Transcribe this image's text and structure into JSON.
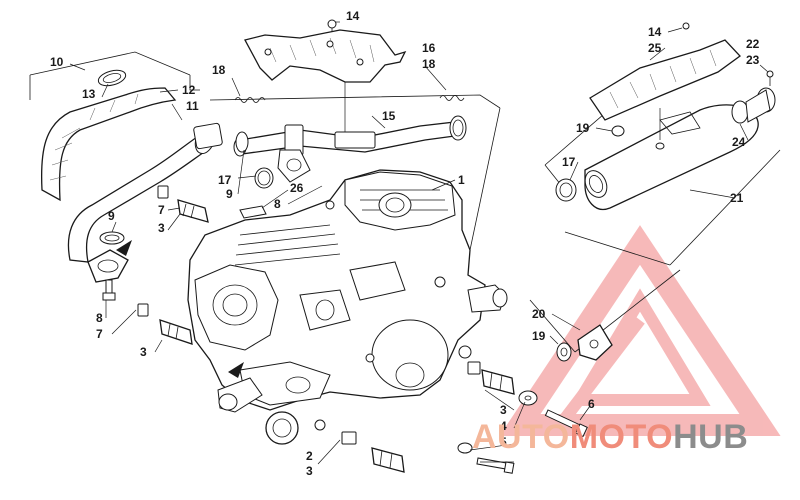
{
  "diagram": {
    "callouts": [
      "1",
      "2",
      "3",
      "4",
      "5",
      "6",
      "7",
      "8",
      "9",
      "10",
      "11",
      "12",
      "13",
      "14",
      "15",
      "16",
      "17",
      "18",
      "19",
      "20",
      "21",
      "22",
      "23",
      "24",
      "25",
      "26"
    ]
  },
  "watermark": {
    "word_part1": "AUTO",
    "word_part2": "MOTO",
    "word_part3": "HUB",
    "colors": {
      "triangle": "#f08080",
      "auto": "#f4b79a",
      "moto": "#f08c7a",
      "hub": "#8c8c8c"
    }
  }
}
